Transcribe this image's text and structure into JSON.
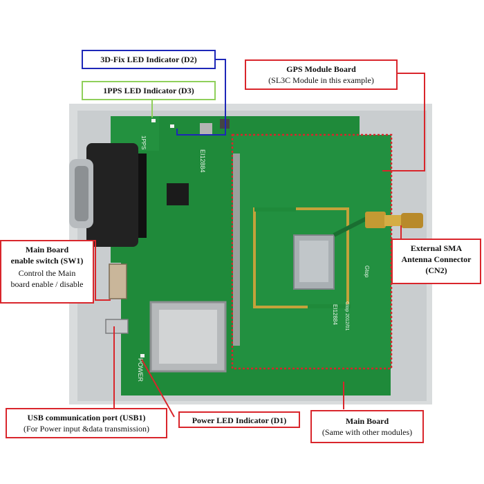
{
  "callouts": {
    "d2": {
      "title": "3D-Fix LED Indicator (D2)",
      "color": "#1d27b8"
    },
    "d3": {
      "title": "1PPS LED Indicator (D3)",
      "color": "#8fcf5a"
    },
    "gps": {
      "title": "GPS Module Board",
      "sub": "(SL3C Module in this example)",
      "color": "#d9252b"
    },
    "sw1": {
      "title1": "Main Board",
      "title2": "enable switch (SW1)",
      "sub1": "Control the Main",
      "sub2": "board enable / disable",
      "color": "#d9252b"
    },
    "sma": {
      "title1": "External SMA",
      "title2": "Antenna Connector",
      "title3": "(CN2)",
      "color": "#d9252b"
    },
    "usb": {
      "title": "USB communication port (USB1)",
      "sub": "(For Power input &data transmission)",
      "color": "#d9252b"
    },
    "d1": {
      "title": "Power LED Indicator (D1)",
      "color": "#d9252b"
    },
    "main": {
      "title": "Main Board",
      "sub": "(Same with other modules)",
      "color": "#d9252b"
    }
  },
  "board_text": {
    "silk_1pps": "1PPS",
    "silk_part": "EI12884",
    "silk_power": "POWER",
    "module_brand": "Gtop",
    "module_date": "Gtop 2012/01",
    "module_part": "EI12884"
  },
  "colors": {
    "pcb": "#1f8a3a",
    "pcb_dark": "#146a2b",
    "gps_border": "#d9252b",
    "leader_blue": "#1d27b8",
    "leader_green": "#8fcf5a",
    "leader_red": "#d9252b"
  }
}
